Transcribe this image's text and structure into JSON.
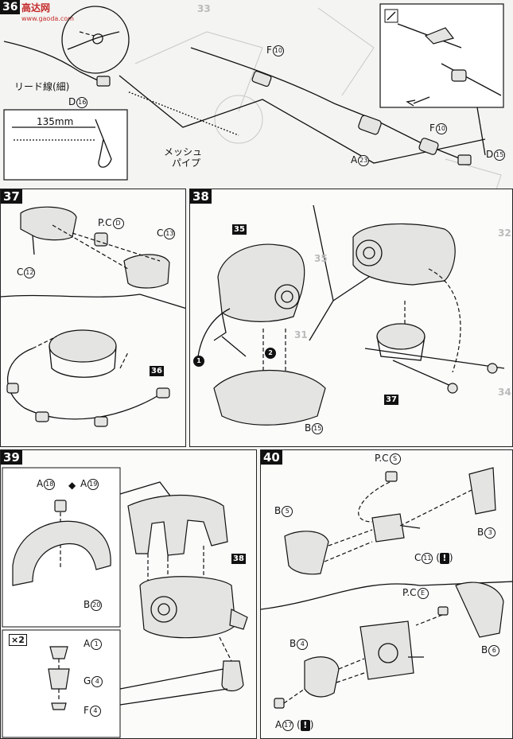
{
  "watermark": {
    "brand": "高达网",
    "url": "www.gaoda.com"
  },
  "step36": {
    "number": "36",
    "lead_wire_label": "リード線(細)",
    "length_label": "135mm",
    "mesh_label_line1": "メッシュ",
    "mesh_label_line2": "パイプ",
    "parts": {
      "d16": {
        "letter": "D",
        "num": "16"
      },
      "f10_top": {
        "letter": "F",
        "num": "10"
      },
      "a23": {
        "letter": "A",
        "num": "23"
      },
      "f10_right": {
        "letter": "F",
        "num": "10"
      },
      "d15": {
        "letter": "D",
        "num": "15"
      }
    }
  },
  "step37": {
    "number": "37",
    "parts": {
      "pcd": {
        "letter": "P.C",
        "num": "D"
      },
      "c13": {
        "letter": "C",
        "num": "13"
      },
      "c12": {
        "letter": "C",
        "num": "12"
      }
    },
    "ref_badge": "36"
  },
  "step38": {
    "number": "38",
    "ref_badge_top": "35",
    "ref_badge_right": "37",
    "step_marker_1": "1",
    "step_marker_2": "2",
    "parts": {
      "b15": {
        "letter": "B",
        "num": "15"
      }
    }
  },
  "step39": {
    "number": "39",
    "ref_badge": "38",
    "multiplier": "×2",
    "parts": {
      "a18": {
        "letter": "A",
        "num": "18"
      },
      "a19": {
        "letter": "A",
        "num": "19"
      },
      "b20": {
        "letter": "B",
        "num": "20"
      },
      "a1": {
        "letter": "A",
        "num": "1"
      },
      "g4": {
        "letter": "G",
        "num": "4"
      },
      "f4": {
        "letter": "F",
        "num": "4"
      }
    }
  },
  "step40": {
    "number": "40",
    "warning_mark": "!",
    "parts": {
      "pcs": {
        "letter": "P.C",
        "num": "S"
      },
      "b5": {
        "letter": "B",
        "num": "5"
      },
      "b3": {
        "letter": "B",
        "num": "3"
      },
      "c11": {
        "letter": "C",
        "num": "11"
      },
      "pce": {
        "letter": "P.C",
        "num": "E"
      },
      "b4": {
        "letter": "B",
        "num": "4"
      },
      "b6": {
        "letter": "B",
        "num": "6"
      },
      "a17": {
        "letter": "A",
        "num": "17"
      }
    }
  },
  "side_numbers": [
    "33",
    "32",
    "31",
    "34",
    "35"
  ]
}
